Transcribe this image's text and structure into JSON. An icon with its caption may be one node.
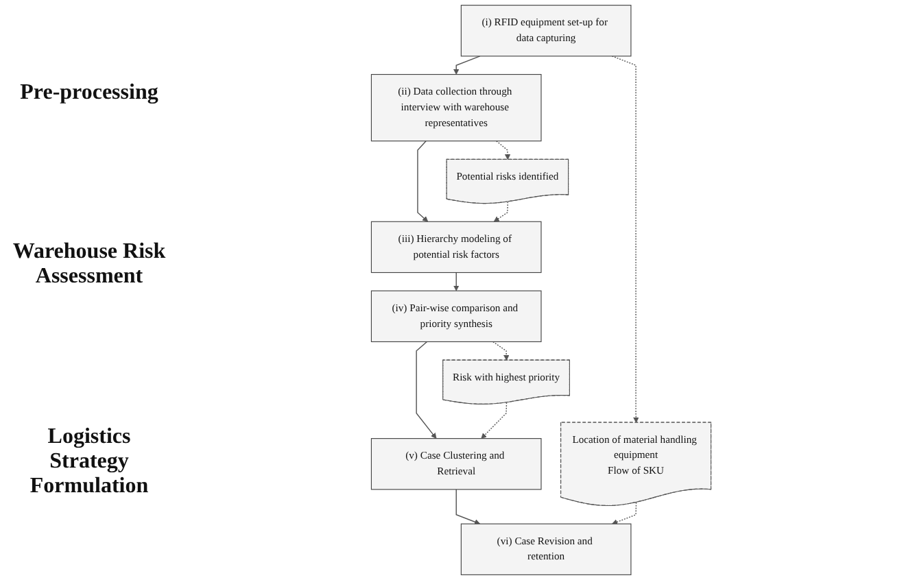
{
  "diagram": {
    "nodes": [
      {
        "text": [
          "(i) RFID equipment set-up for data capturing"
        ]
      },
      {
        "text": [
          "(ii) Data collection through interview with warehouse representatives"
        ]
      },
      {
        "text": [
          "(iii) Hierarchy modeling of potential risk factors"
        ]
      },
      {
        "text": [
          "(iv) Pair-wise comparison and priority synthesis"
        ]
      },
      {
        "text": [
          "(v) Case Clustering and Retrieval"
        ]
      },
      {
        "text": [
          "(vi) Case Revision and retention"
        ]
      },
      {
        "text": [
          "Location of material handling equipment",
          "Flow of SKU"
        ]
      },
      {
        "text": [
          "Potential risks identified"
        ]
      },
      {
        "text": [
          "Risk with highest priority"
        ]
      }
    ],
    "edges": [
      {
        "from": 0,
        "to": 1,
        "arrow": "to"
      },
      {
        "from": 1,
        "to": 2,
        "arrow": "to"
      },
      {
        "from": 2,
        "to": 3,
        "arrow": "to"
      },
      {
        "from": 3,
        "to": 4,
        "arrow": "to"
      },
      {
        "from": 4,
        "to": 5,
        "arrow": "to"
      },
      {
        "from": 0,
        "to": 6,
        "arrow": "to",
        "style": "dashed"
      },
      {
        "from": 1,
        "to": 7,
        "arrow": "to",
        "style": "dashed"
      },
      {
        "from": 7,
        "to": 2,
        "arrow": "to",
        "style": "dashed"
      },
      {
        "from": 3,
        "to": 8,
        "arrow": "to",
        "style": "dashed"
      },
      {
        "from": 8,
        "to": 4,
        "arrow": "to",
        "style": "dashed"
      },
      {
        "from": 6,
        "to": 5,
        "arrow": "to",
        "style": "dashed"
      }
    ],
    "labels": [
      "Pre-processing",
      "Warehouse Risk Assessment",
      "Logistics Strategy Formulation"
    ]
  }
}
